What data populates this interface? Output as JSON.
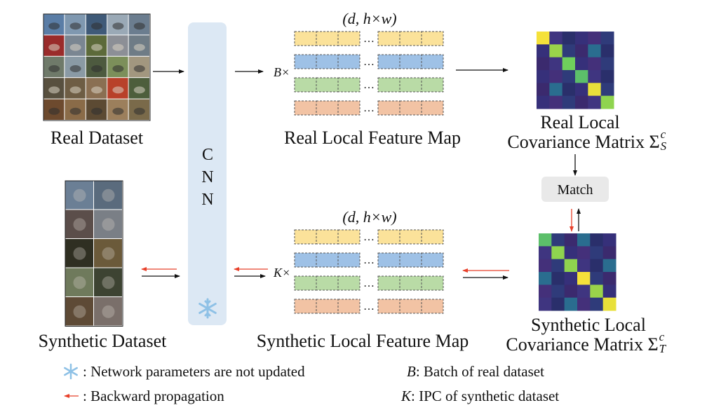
{
  "real_dataset": {
    "label": "Real Dataset"
  },
  "synthetic_dataset": {
    "label": "Synthetic Dataset"
  },
  "cnn": {
    "letters": [
      "C",
      "N",
      "N"
    ]
  },
  "real_feature": {
    "dims": "(d, h×w)",
    "batch": "B×",
    "ellipsis": "…",
    "label": "Real Local Feature Map"
  },
  "synthetic_feature": {
    "dims": "(d, h×w)",
    "batch": "K×",
    "ellipsis": "…",
    "label": "Synthetic Local Feature Map"
  },
  "real_cov": {
    "label_line1": "Real Local",
    "label_line2": "Covariance Matrix Σ",
    "sup": "c",
    "sub": "S"
  },
  "synthetic_cov": {
    "label_line1": "Synthetic Local",
    "label_line2": "Covariance Matrix Σ",
    "sup": "c",
    "sub": "T"
  },
  "match": {
    "label": "Match"
  },
  "legend": {
    "frozen": ": Network parameters are not updated",
    "backward": ": Backward propagation",
    "b_symbol": "B",
    "b_text": ": Batch of real dataset",
    "k_symbol": "K",
    "k_text": ": IPC of synthetic dataset"
  },
  "colors": {
    "cnn": "#dce8f4",
    "snowflake": "#8ec1e6",
    "red_arrow": "#e8402a",
    "row_yellow": "#fbe29a",
    "row_blue": "#9ec1e6",
    "row_green": "#b9dba6",
    "row_orange": "#f2c3a4",
    "match_box": "#e9e9e9"
  }
}
